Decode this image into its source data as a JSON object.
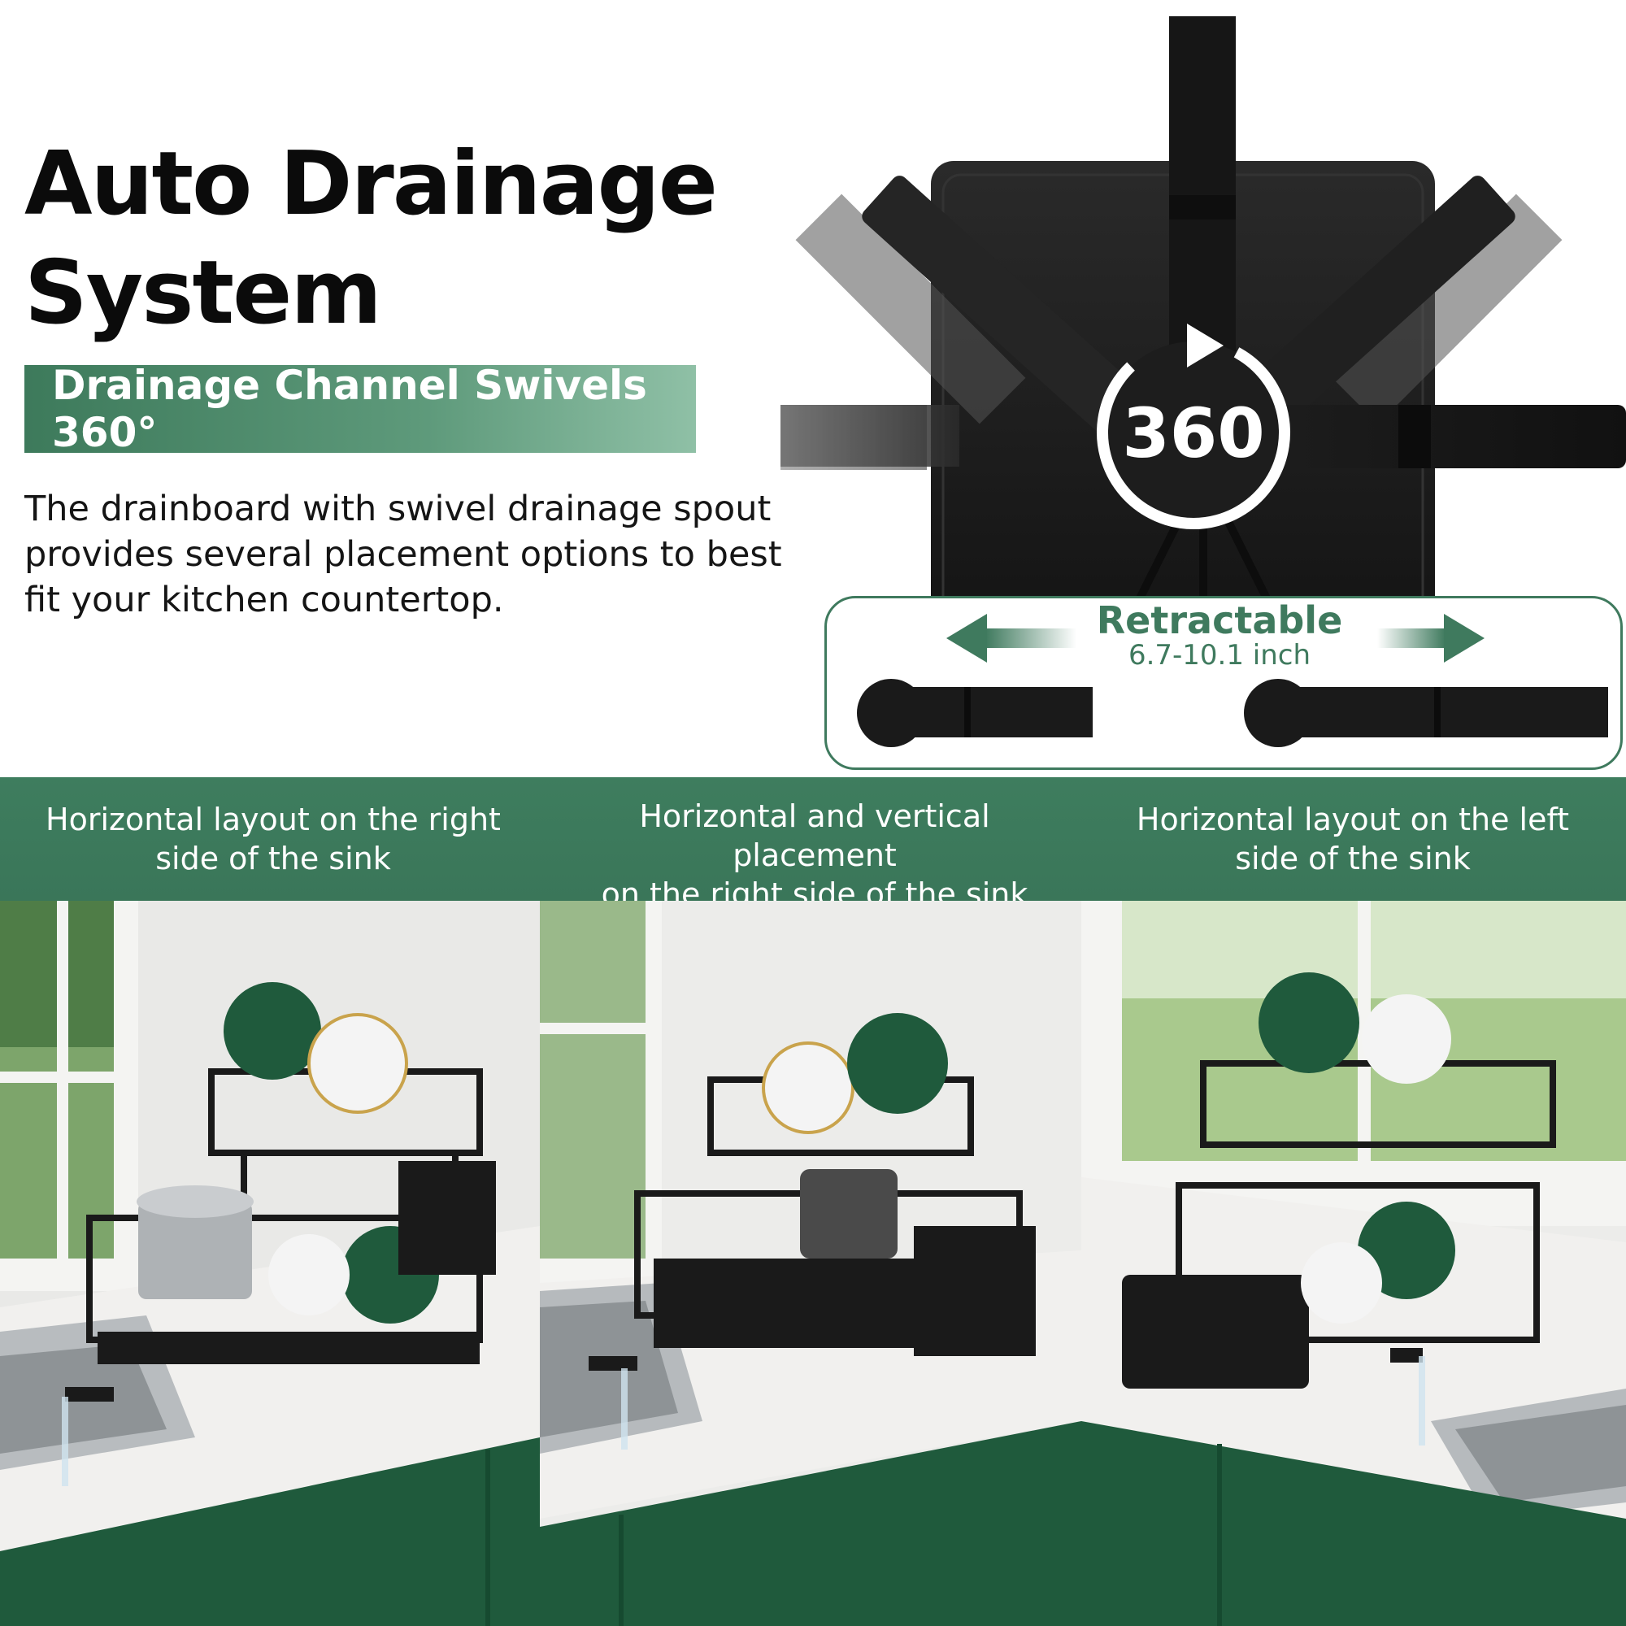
{
  "headline": {
    "line1": "Auto Drainage",
    "line2": "System"
  },
  "banner": {
    "label": "Drainage Channel Swivels 360°"
  },
  "description": {
    "line1": "The drainboard with swivel drainage spout",
    "line2": "provides several placement options to best",
    "line3": "fit your kitchen countertop."
  },
  "rotation_badge": {
    "label": "360"
  },
  "retractable": {
    "title": "Retractable",
    "range": "6.7-10.1 inch"
  },
  "placements": [
    {
      "line1": "Horizontal layout on the right",
      "line2": "side of the sink"
    },
    {
      "line1": "Horizontal and vertical placement",
      "line2": "on the right side of the sink"
    },
    {
      "line1": "Horizontal layout on the left",
      "line2": "side of the sink"
    }
  ],
  "colors": {
    "brand_green": "#3e7d5e",
    "text_dark": "#0b0b0b",
    "product_black": "#1a1a1a",
    "cabinet_green": "#1f5a3c"
  }
}
